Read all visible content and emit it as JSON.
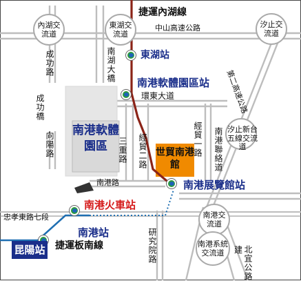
{
  "map": {
    "lines": {
      "neihu": "捷運內湖線",
      "bannan": "捷運板南線"
    },
    "stations": {
      "donghu": "東湖站",
      "software_park": "南港軟體園區站",
      "exhibition": "南港展覽館站",
      "nangang_train": "南港火車站",
      "nangang": "南港站",
      "kunyang": "昆陽站"
    },
    "buildings": {
      "software_park": "南港軟體園區",
      "wtc": "世貿南港館"
    },
    "interchanges": {
      "neihu": "內湖交流道",
      "donghu": "東湖交流道",
      "xizhi": "汐止交流道",
      "xizhi_wugu": "汐止新台五線交流道",
      "nangang": "南港交流道",
      "nangang_system": "南港系統交流道"
    },
    "roads": {
      "zhongshan_hwy": "中山高速公路",
      "chenggong_top": "成功路",
      "chenggong_bridge": "成功橋",
      "nanhu_bridge": "南湖大橋",
      "huandong": "環東大道",
      "xiangyang": "向陽路",
      "sanchong": "三重路",
      "jingmao2": "經貿二路",
      "jingmao1": "經貿一路",
      "nangang_lian": "南港聯絡道",
      "second_hwy": "第二高速公路",
      "nangang_road": "南港路",
      "zhongxiao": "忠孝東路七段",
      "yanjiu": "研究院路",
      "beiyi": "北宜公路",
      "jian": "建"
    },
    "colors": {
      "road": "#bdbdbd",
      "neihu_line": "#8b2418",
      "bannan_line": "#1f6fb2",
      "wtc_fill": "#f08a00",
      "station_blue": "#1a2e8a",
      "station_red": "#d51a1a",
      "kunyang_bg": "#1a2e8a"
    }
  }
}
